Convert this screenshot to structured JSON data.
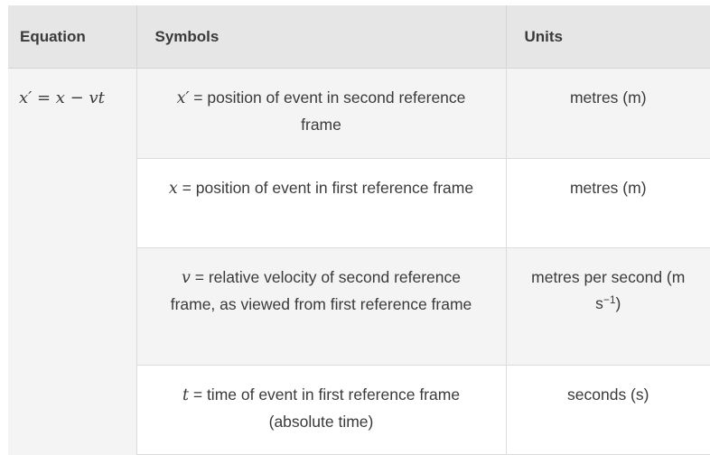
{
  "table": {
    "headers": {
      "equation": "Equation",
      "symbols": "Symbols",
      "units": "Units"
    },
    "equation": "x′ = x − vt",
    "rows": [
      {
        "symbol": "x′",
        "definition": "= position of event in second reference frame",
        "unit_text": "metres (m)",
        "unit_exponent": ""
      },
      {
        "symbol": "x",
        "definition": "= position of event in first reference frame",
        "unit_text": "metres (m)",
        "unit_exponent": ""
      },
      {
        "symbol": "v",
        "definition": "= relative velocity of second reference frame, as viewed from first reference frame",
        "unit_text": "metres per second (m s",
        "unit_exponent": "−1",
        "unit_suffix": ")"
      },
      {
        "symbol": "t",
        "definition": "= time of event in first reference frame (absolute time)",
        "unit_text": "seconds (s)",
        "unit_exponent": ""
      }
    ]
  },
  "colors": {
    "header_bg": "#e6e6e6",
    "shaded_row_bg": "#f4f4f4",
    "plain_row_bg": "#ffffff",
    "border": "#dcdcdc",
    "text": "#3a3a3a"
  }
}
